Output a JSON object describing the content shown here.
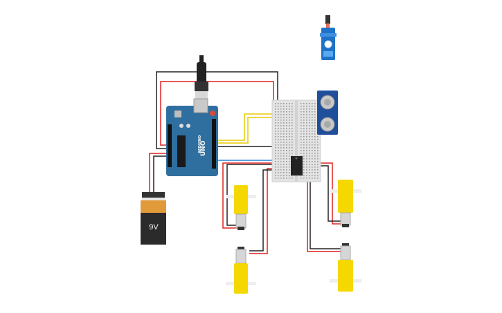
{
  "circuit": {
    "battery": {
      "label": "9V"
    },
    "arduino": {
      "logo_text": "UNO",
      "brand_text": "ARDUINO"
    },
    "components": {
      "servo": "servo-motor",
      "ultrasonic_sensor": "ultrasonic-distance-sensor",
      "motor_driver_chip": "motor-driver-ic",
      "breadboard": "small-breadboard",
      "motors": [
        "dc-gear-motor",
        "dc-gear-motor",
        "dc-gear-motor",
        "dc-gear-motor"
      ]
    },
    "colors": {
      "arduino_board": "#2f6f9f",
      "motor_yellow": "#f5d800",
      "battery_orange": "#e09a3a",
      "battery_black": "#2b2b2b",
      "wire_red": "#e02020",
      "wire_black": "#222222",
      "wire_yellow": "#e8c800",
      "wire_green": "#2a9d2a",
      "wire_blue": "#2a7fd4",
      "sensor_blue": "#1f4f9a"
    }
  }
}
